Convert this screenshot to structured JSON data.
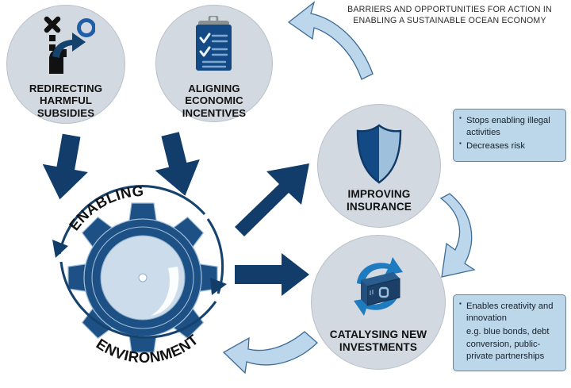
{
  "title": {
    "line1": "BARRIERS AND OPPORTUNITIES FOR ACTION IN",
    "line2": "ENABLING A SUSTAINABLE OCEAN ECONOMY",
    "text": "BARRIERS AND OPPORTUNITIES FOR ACTION IN\nENABLING A SUSTAINABLE OCEAN ECONOMY"
  },
  "colors": {
    "navy": "#123d6b",
    "deep_navy": "#16426e",
    "mid_blue": "#1f6fb4",
    "light_blue_fill": "#bcd6ec",
    "infobox_fill": "#bdd7ea",
    "infobox_border": "#5b86ad",
    "circle_fill": "#d3d9e0",
    "circle_border": "#b9c1ca",
    "gear_inner": "#ccdcea",
    "text_dark": "#111111",
    "background": "#ffffff"
  },
  "nodes": {
    "subsidies": {
      "caption": "REDIRECTING\nHARMFUL\nSUBSIDIES",
      "icon": "redirect-arrow-icon"
    },
    "incentives": {
      "caption": "ALIGNING\nECONOMIC\nINCENTIVES",
      "icon": "clipboard-checklist-icon"
    },
    "insurance": {
      "caption": "IMPROVING\nINSURANCE",
      "icon": "shield-icon"
    },
    "investments": {
      "caption": "CATALYSING NEW\nINVESTMENTS",
      "icon": "vault-recycle-icon"
    }
  },
  "center": {
    "label_top": "ENABLING",
    "label_bottom": "ENVIRONMENT",
    "icon": "gear-icon"
  },
  "boxes": {
    "insurance": {
      "items": [
        "Stops enabling illegal activities",
        "Decreases risk"
      ]
    },
    "investments": {
      "items": [
        "Enables creativity and innovation"
      ],
      "note": "e.g. blue bonds, debt conversion, public-private partnerships"
    }
  },
  "connectors": [
    {
      "name": "arrow-subsidies-to-gear",
      "style": "navy-straight",
      "direction": "down-right"
    },
    {
      "name": "arrow-incentives-to-gear",
      "style": "navy-straight",
      "direction": "down-left"
    },
    {
      "name": "arrow-gear-to-insurance",
      "style": "navy-straight",
      "direction": "up-right"
    },
    {
      "name": "arrow-gear-to-investments",
      "style": "navy-straight",
      "direction": "right"
    },
    {
      "name": "arrow-insurance-to-incentives",
      "style": "light-curved",
      "direction": "left"
    },
    {
      "name": "arrow-insurance-to-investments",
      "style": "light-curved",
      "direction": "down"
    },
    {
      "name": "arrow-investments-to-gear",
      "style": "light-curved",
      "direction": "left"
    }
  ]
}
